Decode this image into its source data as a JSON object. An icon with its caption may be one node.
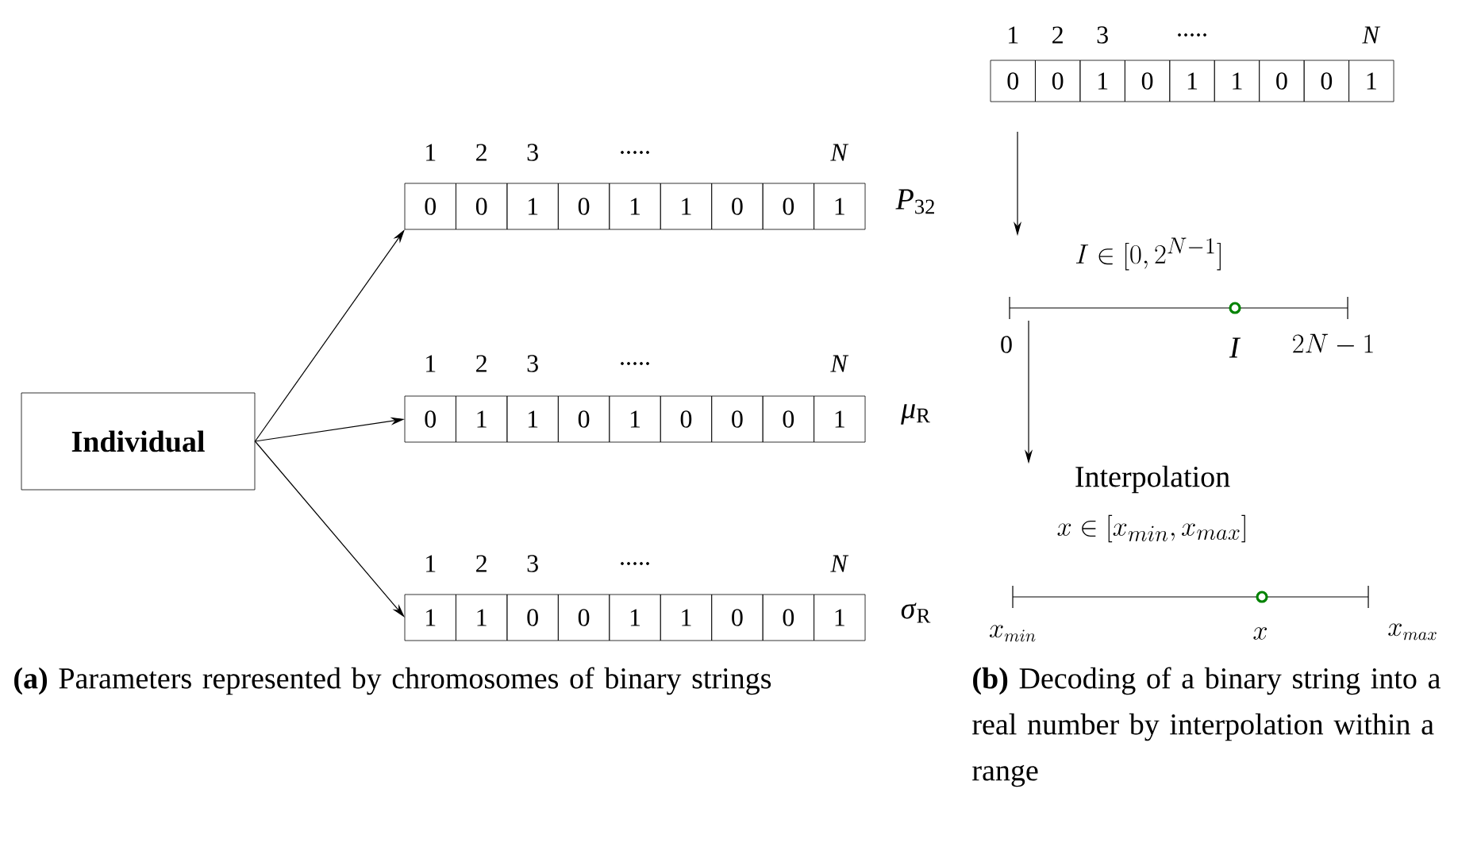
{
  "diagram": {
    "nodes": [
      {
        "text": [
          "Individual"
        ]
      },
      {
        "text": [
          "0",
          "0",
          "1",
          "0",
          "1",
          "1",
          "0",
          "0",
          "1"
        ],
        "beside": [
          "1",
          "2",
          "3",
          ".....",
          "*N*",
          "*P*$_{32}$"
        ]
      },
      {
        "text": [
          "0",
          "1",
          "1",
          "0",
          "1",
          "0",
          "0",
          "0",
          "1"
        ],
        "beside": [
          "1",
          "2",
          "3",
          ".....",
          "*N*",
          "*μ*$_{R}$"
        ]
      },
      {
        "text": [
          "1",
          "1",
          "0",
          "0",
          "1",
          "1",
          "0",
          "0",
          "1"
        ],
        "beside": [
          "1",
          "2",
          "3",
          ".....",
          "*N*",
          "*σ*$_{R}$"
        ]
      },
      {
        "text": [
          "0",
          "0",
          "1",
          "0",
          "1",
          "1",
          "0",
          "0",
          "1"
        ],
        "beside": [
          "1",
          "2",
          "3",
          ".....",
          "*N*"
        ]
      },
      {
        "text": [
          "I \\in [0, 2^{N-1}]"
        ]
      },
      {
        "text": [],
        "shape": "bar"
      },
      {
        "text": [
          "Interpolation",
          "x \\in [x_{min}, x_{max}]"
        ]
      },
      {
        "text": [],
        "shape": "bar"
      }
    ],
    "edges": [
      {
        "from": 0,
        "to": 1,
        "arrow": "to"
      },
      {
        "from": 0,
        "to": 2,
        "arrow": "to"
      },
      {
        "from": 0,
        "to": 3,
        "arrow": "to"
      },
      {
        "from": 4,
        "to": 5,
        "arrow": "to"
      },
      {
        "from": 6,
        "to": 7,
        "arrow": "to"
      }
    ],
    "labels": [
      "0",
      "*I*",
      "2N - 1",
      "x_{min}",
      "x",
      "x_{max}",
      "**(a)** Parameters represented by chromosomes of binary strings",
      "**(b)** Decoding of a binary string into a real number by interpolation within a range"
    ]
  }
}
